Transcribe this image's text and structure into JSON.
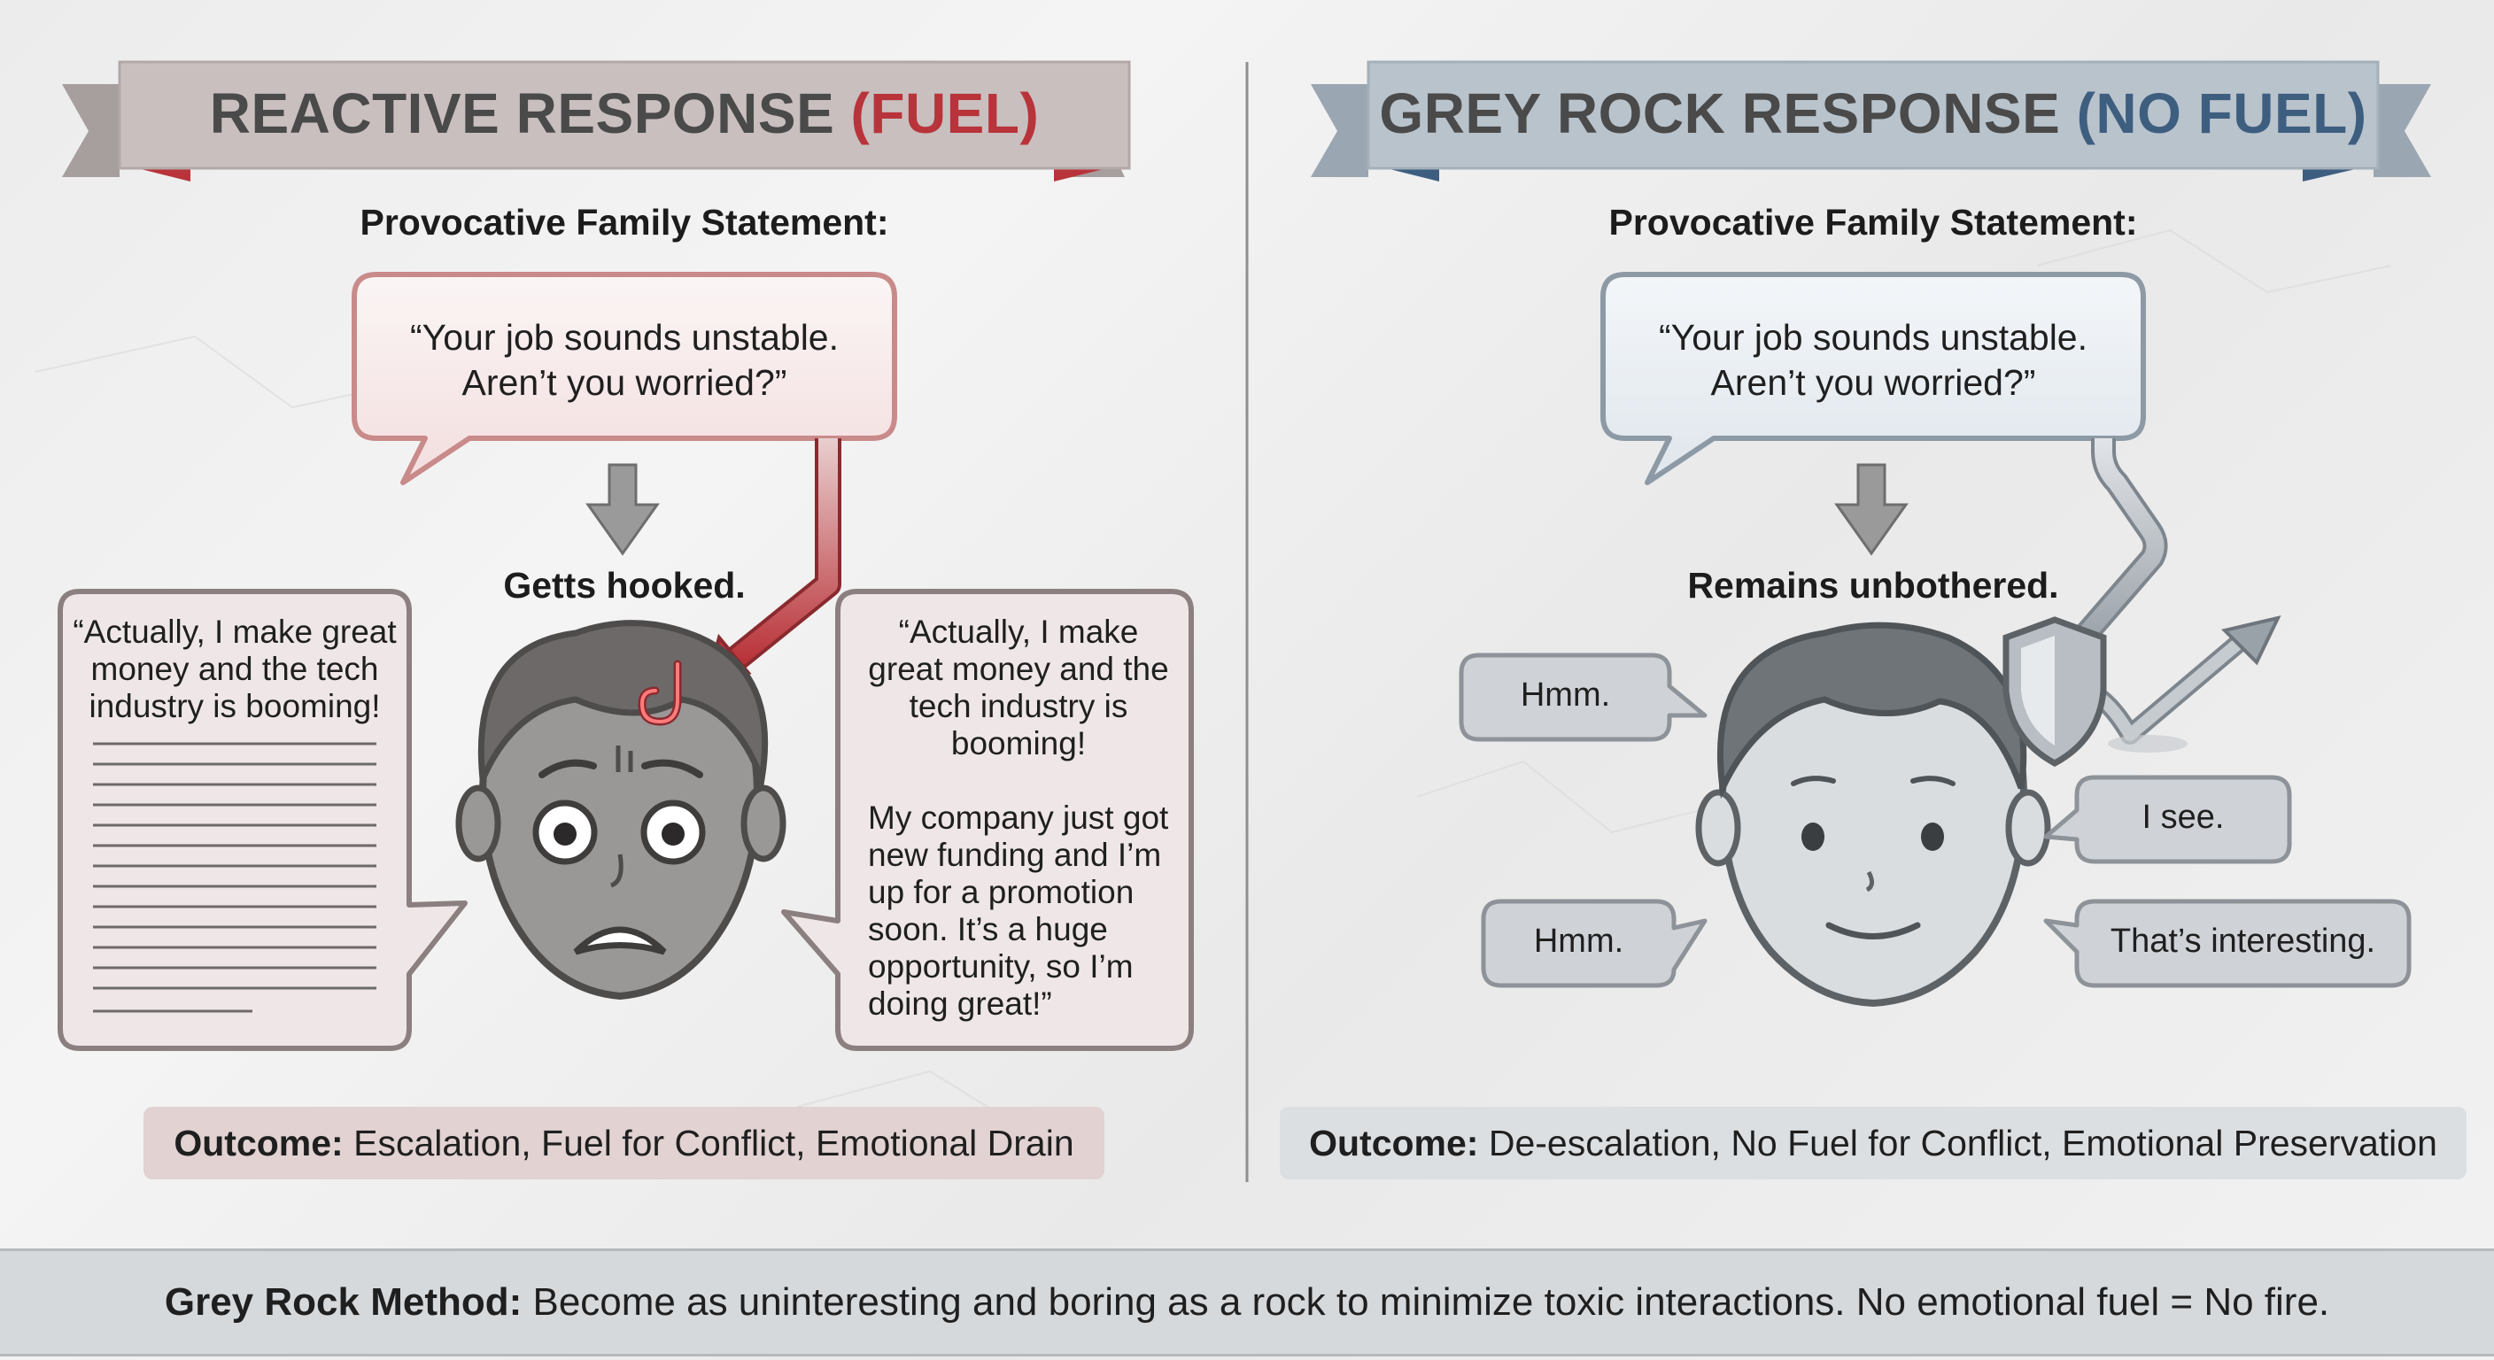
{
  "colors": {
    "reactive_accent": "#b8343a",
    "greyrock_accent": "#3e5e80",
    "banner_left_bg": "#c9bfbf",
    "banner_right_bg": "#b9c3cc",
    "outcome_left_bg": "#e2d2d2",
    "outcome_right_bg": "#dcdfe2",
    "footer_bg": "#d6d9dc"
  },
  "left_panel": {
    "banner_prefix": "REACTIVE RESPONSE ",
    "banner_accent": "(FUEL)",
    "statement_heading": "Provocative Family Statement:",
    "statement_line1": "“Your job sounds unstable.",
    "statement_line2": "Aren’t you worried?”",
    "reaction_label": "Getts hooked.",
    "hook_icon": "fish-hook-icon",
    "face_icon": "worried-face-icon",
    "reply_left": "“Actually, I make great money and the tech industry is booming!",
    "reply_right_p1": "“Actually, I make great money and the tech industry is booming!",
    "reply_right_p2": "My company just got new funding and I’m up for a promotion soon. It’s a huge opportunity, so I’m doing great!”",
    "outcome_label": "Outcome:",
    "outcome_text": " Escalation, Fuel for Conflict, Emotional Drain"
  },
  "right_panel": {
    "banner_prefix": "GREY ROCK RESPONSE ",
    "banner_accent": "(NO FUEL)",
    "statement_heading": "Provocative Family Statement:",
    "statement_line1": "“Your job sounds unstable.",
    "statement_line2": "Aren’t you worried?”",
    "reaction_label": "Remains unbothered.",
    "shield_icon": "shield-icon",
    "face_icon": "neutral-face-icon",
    "replies": [
      "Hmm.",
      "Hmm.",
      "I see.",
      "That’s interesting."
    ],
    "outcome_label": "Outcome:",
    "outcome_text": " De-escalation, No Fuel for Conflict, Emotional Preservation"
  },
  "footer": {
    "label": "Grey Rock Method:",
    "text": " Become as uninteresting and boring as a rock to minimize toxic interactions. No emotional fuel = No fire."
  }
}
